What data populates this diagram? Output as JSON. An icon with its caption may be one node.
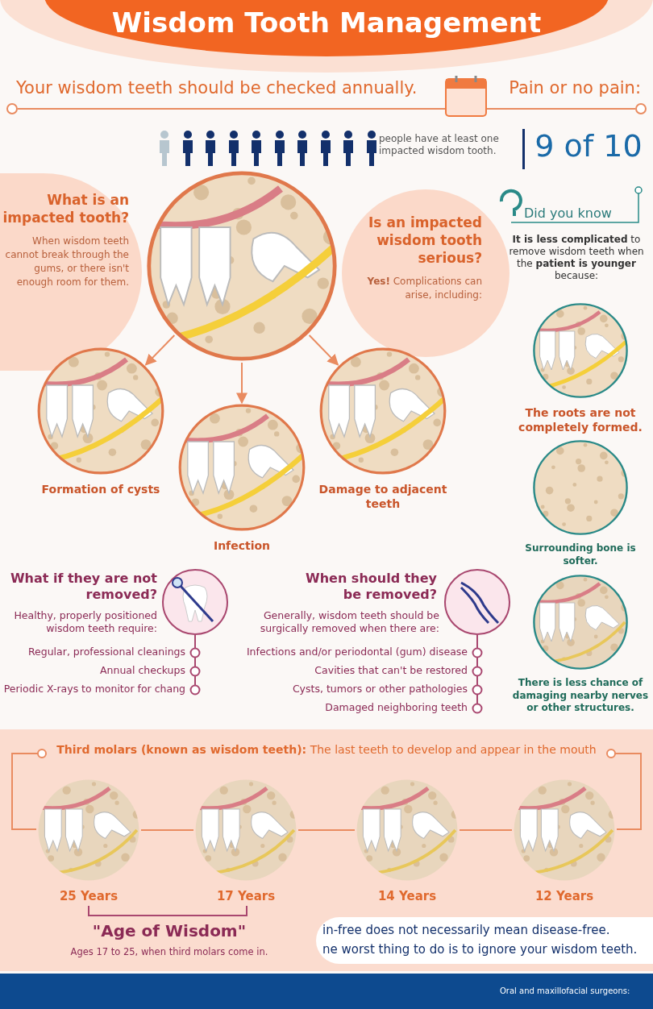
{
  "diagram": {
    "title": "Wisdom Tooth Management",
    "nodes": [
      {
        "text": [
          "What is an impacted tooth?",
          "When wisdom teeth cannot break through the gums, or there isn't enough room for them."
        ]
      },
      {
        "text": [
          "Is an impacted wisdom tooth serious?",
          "**Yes!** Complications can arise, including:"
        ]
      },
      {
        "text": [],
        "shape": "picture"
      },
      {
        "text": [],
        "shape": "picture",
        "beside": [
          "Damage to adjacent teeth"
        ]
      },
      {
        "text": [],
        "shape": "picture",
        "beside": [
          "Infection"
        ]
      },
      {
        "text": [],
        "shape": "picture",
        "beside": [
          "Formation of cysts"
        ]
      },
      {
        "text": [],
        "shape": "picture",
        "beside": [
          "The roots are not completely formed."
        ]
      },
      {
        "text": [],
        "shape": "picture",
        "beside": [
          "Surrounding bone is softer."
        ]
      },
      {
        "text": [],
        "shape": "picture",
        "beside": [
          "There is less chance of damaging nearby nerves or other structures."
        ]
      },
      {
        "text": [],
        "shape": "picture",
        "beside": [
          "12 Years"
        ]
      },
      {
        "text": [],
        "shape": "picture",
        "beside": [
          "14 Years"
        ]
      },
      {
        "text": [],
        "shape": "picture",
        "beside": [
          "17 Years"
        ]
      },
      {
        "text": [],
        "shape": "picture",
        "beside": [
          "25 Years"
        ]
      }
    ],
    "edges": [
      {
        "from": 2,
        "to": 3,
        "arrow": "to"
      },
      {
        "from": 2,
        "to": 4,
        "arrow": "to"
      },
      {
        "from": 2,
        "to": 5,
        "arrow": "to"
      },
      {
        "from": 9,
        "to": 10,
        "arrow": "none"
      },
      {
        "from": 10,
        "to": 11,
        "arrow": "none"
      },
      {
        "from": 11,
        "to": 12,
        "arrow": "none"
      }
    ],
    "labels": [
      "Pain or no pain:",
      "Your wisdom teeth should be checked annually.",
      "9 of 10",
      "people have at least one impacted wisdom tooth.",
      "Did you know",
      "**It is less complicated** to remove wisdom teeth when the **patient is younger** because:",
      "What if they are not removed?",
      "Healthy, properly positioned wisdom teeth require:",
      "Regular, professional cleanings",
      "Annual checkups",
      "Periodic X-rays to monitor for chang",
      "When should they be removed?",
      "Generally, wisdom teeth should be surgically removed when there are:",
      "Infections and/or periodontal (gum) disease",
      "Cavities that can't be restored",
      "Cysts, tumors or other pathologies",
      "Damaged neighboring teeth",
      "**Third molars (known as wisdom teeth):** The last teeth to develop and appear in the mouth",
      "\"Age of Wisdom\"",
      "Ages 17 to 25, when third molars come in.",
      "in-free does not necessarily mean disease-free.",
      "ne worst thing to do is to ignore your wisdom teeth.",
      "Oral and maxillofacial surgeons:"
    ]
  }
}
